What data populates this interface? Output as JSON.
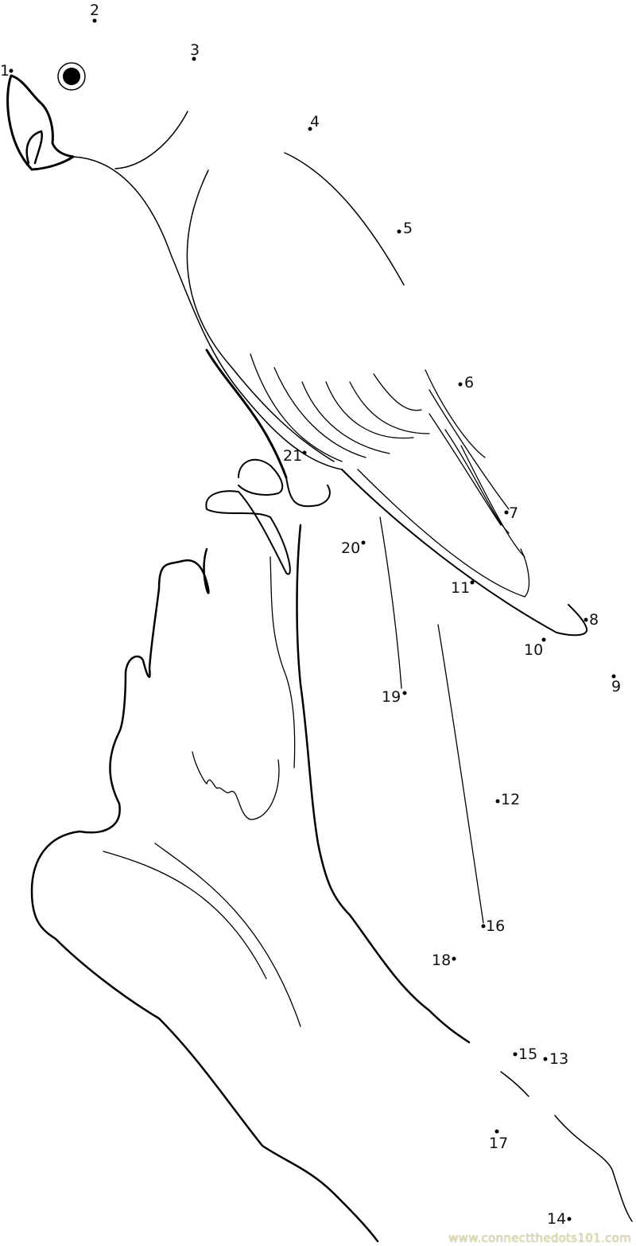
{
  "puzzle": {
    "dots": [
      "1",
      "2",
      "3",
      "4",
      "5",
      "6",
      "7",
      "8",
      "9",
      "10",
      "11",
      "12",
      "13",
      "14",
      "15",
      "16",
      "17",
      "18",
      "19",
      "20",
      "21"
    ]
  },
  "watermark": "www.connectthedots101.com",
  "colors": {
    "line": "#000000",
    "watermark": "#e8e0a8"
  }
}
